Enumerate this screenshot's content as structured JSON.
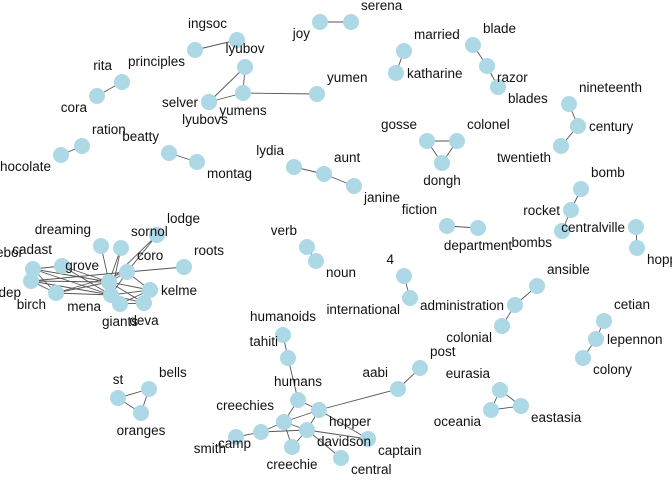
{
  "colors": {
    "node": "#add8e6",
    "edge": "#555555",
    "label": "#111111",
    "background": "#ffffff"
  },
  "nodes": [
    {
      "id": "ingsoc",
      "label": "ingsoc"
    },
    {
      "id": "principles",
      "label": "principles"
    },
    {
      "id": "rita",
      "label": "rita"
    },
    {
      "id": "cora",
      "label": "cora"
    },
    {
      "id": "serena",
      "label": "serena"
    },
    {
      "id": "joy",
      "label": "joy"
    },
    {
      "id": "lyubov",
      "label": "lyubov"
    },
    {
      "id": "selver",
      "label": "selver"
    },
    {
      "id": "lyubovs",
      "label": "lyubovs"
    },
    {
      "id": "yumens",
      "label": "yumens"
    },
    {
      "id": "yumen",
      "label": "yumen"
    },
    {
      "id": "married",
      "label": "married"
    },
    {
      "id": "katharine",
      "label": "katharine"
    },
    {
      "id": "blade",
      "label": "blade"
    },
    {
      "id": "razor",
      "label": "razor"
    },
    {
      "id": "blades",
      "label": "blades"
    },
    {
      "id": "nineteenth",
      "label": "nineteenth"
    },
    {
      "id": "century",
      "label": "century"
    },
    {
      "id": "twentieth",
      "label": "twentieth"
    },
    {
      "id": "ration",
      "label": "ration"
    },
    {
      "id": "chocolate",
      "label": "chocolate"
    },
    {
      "id": "beatty",
      "label": "beatty"
    },
    {
      "id": "montag",
      "label": "montag"
    },
    {
      "id": "lydia",
      "label": "lydia"
    },
    {
      "id": "aunt",
      "label": "aunt"
    },
    {
      "id": "janine",
      "label": "janine"
    },
    {
      "id": "gosse",
      "label": "gosse"
    },
    {
      "id": "colonel",
      "label": "colonel"
    },
    {
      "id": "dongh",
      "label": "dongh"
    },
    {
      "id": "bomb",
      "label": "bomb"
    },
    {
      "id": "rocket",
      "label": "rocket"
    },
    {
      "id": "bombs",
      "label": "bombs"
    },
    {
      "id": "fiction",
      "label": "fiction"
    },
    {
      "id": "department",
      "label": "department"
    },
    {
      "id": "centralville",
      "label": "centralville"
    },
    {
      "id": "hoppers",
      "label": "hoppers"
    },
    {
      "id": "dreaming",
      "label": "dreaming"
    },
    {
      "id": "lodge",
      "label": "lodge"
    },
    {
      "id": "cadast",
      "label": "cadast"
    },
    {
      "id": "sornol",
      "label": "sornol"
    },
    {
      "id": "ebor",
      "label": "ebor"
    },
    {
      "id": "coro",
      "label": "coro"
    },
    {
      "id": "roots",
      "label": "roots"
    },
    {
      "id": "grove",
      "label": "grove"
    },
    {
      "id": "dendep",
      "label": "dendep"
    },
    {
      "id": "kelme",
      "label": "kelme"
    },
    {
      "id": "birch",
      "label": "birch"
    },
    {
      "id": "mena",
      "label": "mena"
    },
    {
      "id": "giants",
      "label": "giants"
    },
    {
      "id": "deva",
      "label": "deva"
    },
    {
      "id": "verb",
      "label": "verb"
    },
    {
      "id": "noun",
      "label": "noun"
    },
    {
      "id": "4",
      "label": "4"
    },
    {
      "id": "international",
      "label": "international"
    },
    {
      "id": "ansible",
      "label": "ansible"
    },
    {
      "id": "administration",
      "label": "administration"
    },
    {
      "id": "colonial",
      "label": "colonial"
    },
    {
      "id": "cetian",
      "label": "cetian"
    },
    {
      "id": "lepennon",
      "label": "lepennon"
    },
    {
      "id": "colony",
      "label": "colony"
    },
    {
      "id": "humanoids",
      "label": "humanoids"
    },
    {
      "id": "tahiti",
      "label": "tahiti"
    },
    {
      "id": "post",
      "label": "post"
    },
    {
      "id": "aabi",
      "label": "aabi"
    },
    {
      "id": "humans",
      "label": "humans"
    },
    {
      "id": "eurasia",
      "label": "eurasia"
    },
    {
      "id": "st",
      "label": "st"
    },
    {
      "id": "bells",
      "label": "bells"
    },
    {
      "id": "oranges",
      "label": "oranges"
    },
    {
      "id": "creechies",
      "label": "creechies"
    },
    {
      "id": "hopper",
      "label": "hopper"
    },
    {
      "id": "oceania",
      "label": "oceania"
    },
    {
      "id": "eastasia",
      "label": "eastasia"
    },
    {
      "id": "davidson",
      "label": "davidson"
    },
    {
      "id": "smith",
      "label": "smith"
    },
    {
      "id": "camp",
      "label": "camp"
    },
    {
      "id": "captain",
      "label": "captain"
    },
    {
      "id": "creechie",
      "label": "creechie"
    },
    {
      "id": "central",
      "label": "central"
    }
  ],
  "edges": [
    [
      "ingsoc",
      "principles"
    ],
    [
      "rita",
      "cora"
    ],
    [
      "serena",
      "joy"
    ],
    [
      "lyubov",
      "selver"
    ],
    [
      "selver",
      "lyubovs"
    ],
    [
      "lyubov",
      "yumens"
    ],
    [
      "selver",
      "yumens"
    ],
    [
      "yumens",
      "yumen"
    ],
    [
      "married",
      "katharine"
    ],
    [
      "blade",
      "razor"
    ],
    [
      "razor",
      "blades"
    ],
    [
      "nineteenth",
      "century"
    ],
    [
      "century",
      "twentieth"
    ],
    [
      "ration",
      "chocolate"
    ],
    [
      "beatty",
      "montag"
    ],
    [
      "lydia",
      "aunt"
    ],
    [
      "aunt",
      "janine"
    ],
    [
      "gosse",
      "colonel"
    ],
    [
      "gosse",
      "dongh"
    ],
    [
      "colonel",
      "dongh"
    ],
    [
      "bomb",
      "rocket"
    ],
    [
      "rocket",
      "bombs"
    ],
    [
      "fiction",
      "department"
    ],
    [
      "centralville",
      "hoppers"
    ],
    [
      "dreaming",
      "grove"
    ],
    [
      "cadast",
      "grove"
    ],
    [
      "cadast",
      "mena"
    ],
    [
      "sornol",
      "grove"
    ],
    [
      "sornol",
      "mena"
    ],
    [
      "lodge",
      "grove"
    ],
    [
      "lodge",
      "coro"
    ],
    [
      "coro",
      "roots"
    ],
    [
      "coro",
      "grove"
    ],
    [
      "coro",
      "mena"
    ],
    [
      "coro",
      "kelme"
    ],
    [
      "coro",
      "birch"
    ],
    [
      "ebor",
      "grove"
    ],
    [
      "ebor",
      "mena"
    ],
    [
      "ebor",
      "dendep"
    ],
    [
      "ebor",
      "birch"
    ],
    [
      "ebor",
      "cadast"
    ],
    [
      "dendep",
      "grove"
    ],
    [
      "dendep",
      "mena"
    ],
    [
      "dendep",
      "birch"
    ],
    [
      "dendep",
      "coro"
    ],
    [
      "birch",
      "grove"
    ],
    [
      "birch",
      "mena"
    ],
    [
      "grove",
      "mena"
    ],
    [
      "grove",
      "kelme"
    ],
    [
      "grove",
      "giants"
    ],
    [
      "grove",
      "deva"
    ],
    [
      "mena",
      "kelme"
    ],
    [
      "mena",
      "giants"
    ],
    [
      "mena",
      "deva"
    ],
    [
      "kelme",
      "giants"
    ],
    [
      "kelme",
      "deva"
    ],
    [
      "giants",
      "deva"
    ],
    [
      "verb",
      "noun"
    ],
    [
      "4",
      "international"
    ],
    [
      "ansible",
      "administration"
    ],
    [
      "administration",
      "colonial"
    ],
    [
      "cetian",
      "lepennon"
    ],
    [
      "lepennon",
      "colony"
    ],
    [
      "humanoids",
      "tahiti"
    ],
    [
      "tahiti",
      "humans"
    ],
    [
      "post",
      "aabi"
    ],
    [
      "aabi",
      "hopper"
    ],
    [
      "humans",
      "hopper"
    ],
    [
      "humans",
      "creechies"
    ],
    [
      "st",
      "bells"
    ],
    [
      "st",
      "oranges"
    ],
    [
      "bells",
      "oranges"
    ],
    [
      "eurasia",
      "oceania"
    ],
    [
      "eurasia",
      "eastasia"
    ],
    [
      "oceania",
      "eastasia"
    ],
    [
      "creechies",
      "hopper"
    ],
    [
      "creechies",
      "camp"
    ],
    [
      "creechies",
      "davidson"
    ],
    [
      "creechies",
      "creechie"
    ],
    [
      "hopper",
      "davidson"
    ],
    [
      "hopper",
      "captain"
    ],
    [
      "camp",
      "smith"
    ],
    [
      "camp",
      "davidson"
    ],
    [
      "davidson",
      "captain"
    ],
    [
      "davidson",
      "creechie"
    ],
    [
      "davidson",
      "central"
    ]
  ]
}
